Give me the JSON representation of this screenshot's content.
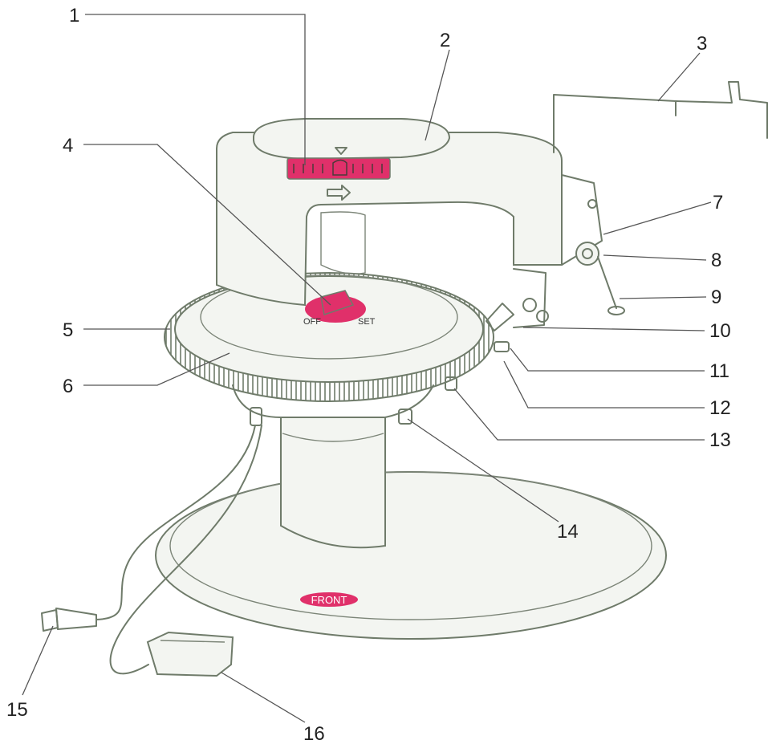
{
  "diagram": {
    "callouts": [
      {
        "id": "1",
        "label": "1"
      },
      {
        "id": "2",
        "label": "2"
      },
      {
        "id": "3",
        "label": "3"
      },
      {
        "id": "4",
        "label": "4"
      },
      {
        "id": "5",
        "label": "5"
      },
      {
        "id": "6",
        "label": "6"
      },
      {
        "id": "7",
        "label": "7"
      },
      {
        "id": "8",
        "label": "8"
      },
      {
        "id": "9",
        "label": "9"
      },
      {
        "id": "10",
        "label": "10"
      },
      {
        "id": "11",
        "label": "11"
      },
      {
        "id": "12",
        "label": "12"
      },
      {
        "id": "13",
        "label": "13"
      },
      {
        "id": "14",
        "label": "14"
      },
      {
        "id": "15",
        "label": "15"
      },
      {
        "id": "16",
        "label": "16"
      }
    ],
    "switch_labels": {
      "off": "OFF",
      "set": "SET"
    },
    "base_label": "FRONT",
    "colors": {
      "outline": "#6f7b6a",
      "body_fill": "#f3f5f1",
      "accent": "#e0306a",
      "leader": "#555555",
      "text": "#222222"
    }
  }
}
